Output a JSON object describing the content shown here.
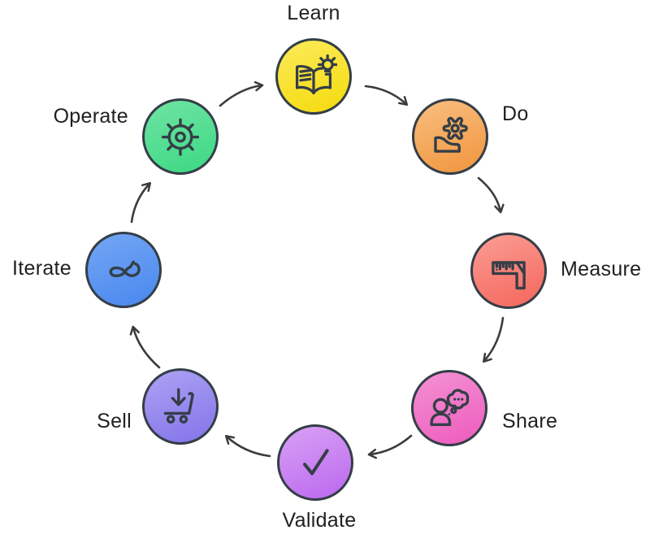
{
  "diagram": {
    "type": "cycle",
    "background": "#FFFFFF",
    "stroke_color": "#343E47",
    "arrow_color": "#3C3C3C",
    "label_color": "#1F1F1F",
    "flow_clockwise": [
      "Learn",
      "Do",
      "Measure",
      "Share",
      "Validate",
      "Sell",
      "Iterate",
      "Operate"
    ],
    "nodes": [
      {
        "id": "learn",
        "label": "Learn",
        "position": "top",
        "icon": "open-book-lightbulb",
        "color_top": "#FBEB5A",
        "color_bottom": "#F5DA0C"
      },
      {
        "id": "do",
        "label": "Do",
        "position": "top-right",
        "icon": "gear-and-shoe",
        "color_top": "#F9BE80",
        "color_bottom": "#F0953C"
      },
      {
        "id": "measure",
        "label": "Measure",
        "position": "right",
        "icon": "carpenter-square",
        "color_top": "#FB9D94",
        "color_bottom": "#F4665B"
      },
      {
        "id": "share",
        "label": "Share",
        "position": "bottom-right",
        "icon": "person-thought-bubble",
        "color_top": "#F492D4",
        "color_bottom": "#ED5BBC"
      },
      {
        "id": "validate",
        "label": "Validate",
        "position": "bottom",
        "icon": "checkmark",
        "color_top": "#D8A1F5",
        "color_bottom": "#BB68EE"
      },
      {
        "id": "sell",
        "label": "Sell",
        "position": "bottom-left",
        "icon": "cart-download",
        "color_top": "#ACA2F3",
        "color_bottom": "#8374EA"
      },
      {
        "id": "iterate",
        "label": "Iterate",
        "position": "left",
        "icon": "infinity-loop-arrow",
        "color_top": "#73A6F4",
        "color_bottom": "#4A88EF"
      },
      {
        "id": "operate",
        "label": "Operate",
        "position": "top-left",
        "icon": "helm-sun",
        "color_top": "#6FE4A4",
        "color_bottom": "#3CD883"
      }
    ]
  }
}
